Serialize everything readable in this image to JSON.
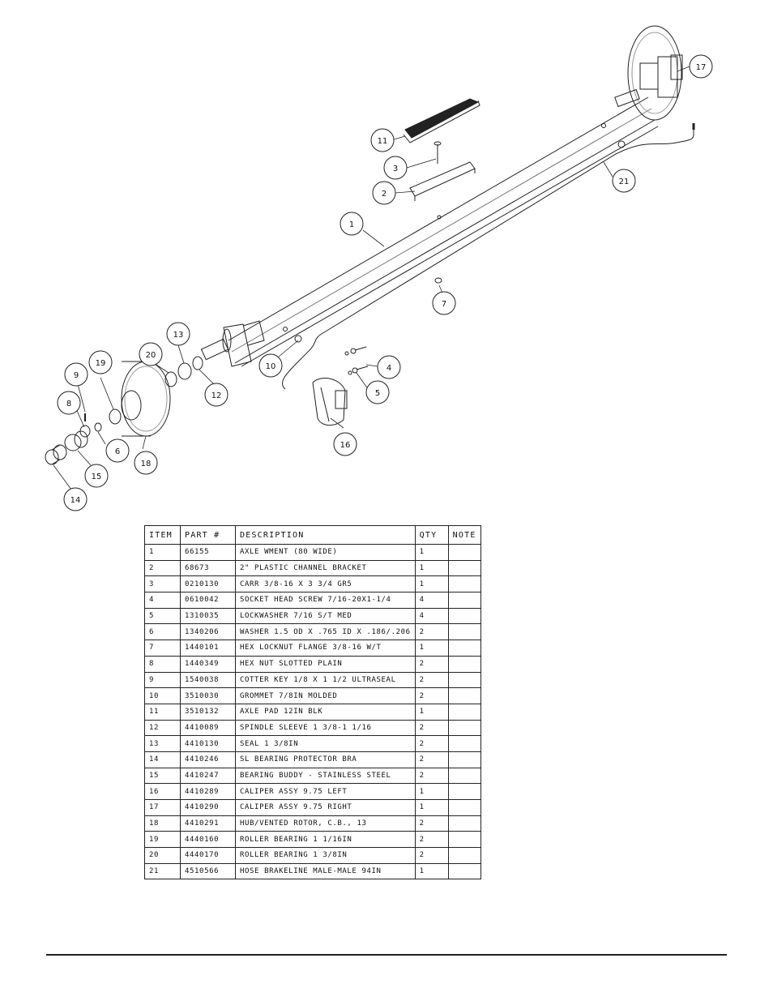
{
  "table": {
    "headers": [
      "ITEM",
      "PART #",
      "DESCRIPTION",
      "QTY",
      "NOTE"
    ],
    "rows": [
      [
        "1",
        "66155",
        "AXLE WMENT (80 WIDE)",
        "1",
        ""
      ],
      [
        "2",
        "68673",
        "2\" PLASTIC CHANNEL BRACKET",
        "1",
        ""
      ],
      [
        "3",
        "0210130",
        "CARR 3/8-16 X 3 3/4 GR5",
        "1",
        ""
      ],
      [
        "4",
        "0610042",
        "SOCKET HEAD SCREW 7/16-20X1-1/4",
        "4",
        ""
      ],
      [
        "5",
        "1310035",
        "LOCKWASHER 7/16 S/T MED",
        "4",
        ""
      ],
      [
        "6",
        "1340206",
        "WASHER 1.5 OD X .765 ID X .186/.206",
        "2",
        ""
      ],
      [
        "7",
        "1440101",
        "HEX LOCKNUT FLANGE 3/8-16 W/T",
        "1",
        ""
      ],
      [
        "8",
        "1440349",
        "HEX NUT SLOTTED PLAIN",
        "2",
        ""
      ],
      [
        "9",
        "1540038",
        "COTTER KEY 1/8 X 1 1/2 ULTRASEAL",
        "2",
        ""
      ],
      [
        "10",
        "3510030",
        "GROMMET  7/8IN MOLDED",
        "2",
        ""
      ],
      [
        "11",
        "3510132",
        "AXLE PAD 12IN  BLK",
        "1",
        ""
      ],
      [
        "12",
        "4410089",
        "SPINDLE SLEEVE  1 3/8-1 1/16",
        "2",
        ""
      ],
      [
        "13",
        "4410130",
        "SEAL  1 3/8IN",
        "2",
        ""
      ],
      [
        "14",
        "4410246",
        "SL BEARING PROTECTOR BRA",
        "2",
        ""
      ],
      [
        "15",
        "4410247",
        "BEARING BUDDY - STAINLESS STEEL",
        "2",
        ""
      ],
      [
        "16",
        "4410289",
        "CALIPER ASSY 9.75 LEFT",
        "1",
        ""
      ],
      [
        "17",
        "4410290",
        "CALIPER ASSY 9.75 RIGHT",
        "1",
        ""
      ],
      [
        "18",
        "4410291",
        "HUB/VENTED ROTOR, C.B.,  13",
        "2",
        ""
      ],
      [
        "19",
        "4440160",
        "ROLLER BEARING   1 1/16IN",
        "2",
        ""
      ],
      [
        "20",
        "4440170",
        "ROLLER BEARING   1 3/8IN",
        "2",
        ""
      ],
      [
        "21",
        "4510566",
        "HOSE BRAKELINE MALE-MALE 94IN",
        "1",
        ""
      ]
    ]
  },
  "callouts": [
    "1",
    "2",
    "3",
    "4",
    "5",
    "6",
    "7",
    "8",
    "9",
    "10",
    "11",
    "12",
    "13",
    "14",
    "15",
    "16",
    "17",
    "18",
    "19",
    "20",
    "21"
  ]
}
